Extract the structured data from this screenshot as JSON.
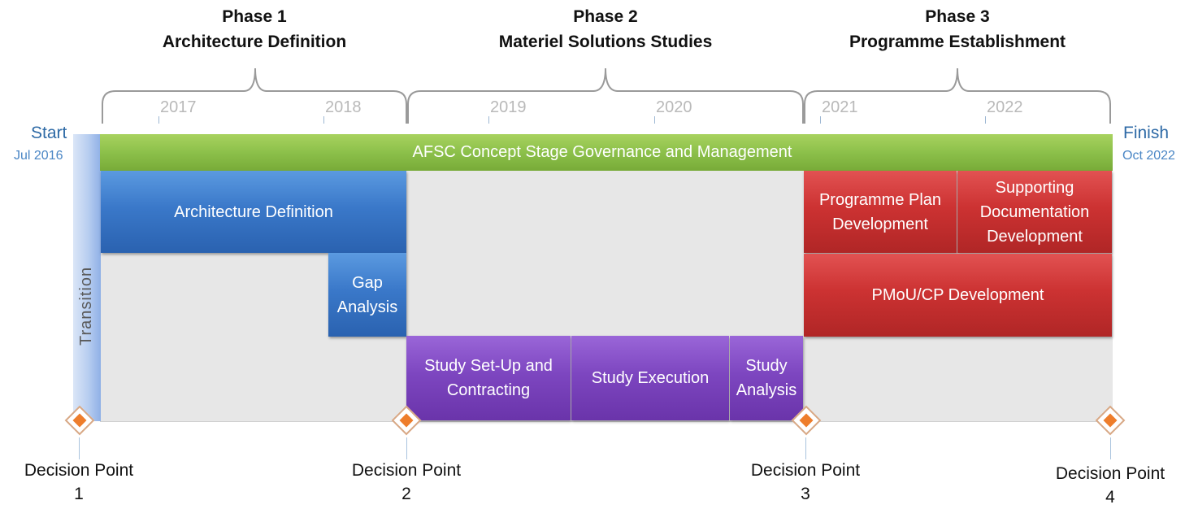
{
  "phases": [
    {
      "label": "Phase 1",
      "name": "Architecture Definition"
    },
    {
      "label": "Phase 2",
      "name": "Materiel Solutions Studies"
    },
    {
      "label": "Phase 3",
      "name": "Programme Establishment"
    }
  ],
  "years": [
    "2017",
    "2018",
    "2019",
    "2020",
    "2021",
    "2022"
  ],
  "start": {
    "label": "Start",
    "date": "Jul 2016"
  },
  "finish": {
    "label": "Finish",
    "date": "Oct 2022"
  },
  "transition": "Transition",
  "governance": "AFSC Concept Stage Governance and Management",
  "tasks": {
    "architecture_definition": "Architecture Definition",
    "gap_analysis": [
      "Gap",
      "Analysis"
    ],
    "study_setup": [
      "Study Set-Up and",
      "Contracting"
    ],
    "study_execution": "Study Execution",
    "study_analysis": [
      "Study",
      "Analysis"
    ],
    "programme_plan": [
      "Programme Plan",
      "Development"
    ],
    "supporting_docs": [
      "Supporting",
      "Documentation",
      "Development"
    ],
    "pmou": "PMoU/CP Development"
  },
  "decision_points": [
    {
      "label": "Decision Point",
      "number": "1"
    },
    {
      "label": "Decision Point",
      "number": "2"
    },
    {
      "label": "Decision Point",
      "number": "3"
    },
    {
      "label": "Decision Point",
      "number": "4"
    }
  ],
  "colors": {
    "governance": "#8cc04a",
    "phase1_tasks": "#3a78c9",
    "phase2_tasks": "#7d46c0",
    "phase3_tasks": "#cc3232",
    "decision_point": "#ee7d2b",
    "endpoint_text": "#2e6aa6"
  }
}
